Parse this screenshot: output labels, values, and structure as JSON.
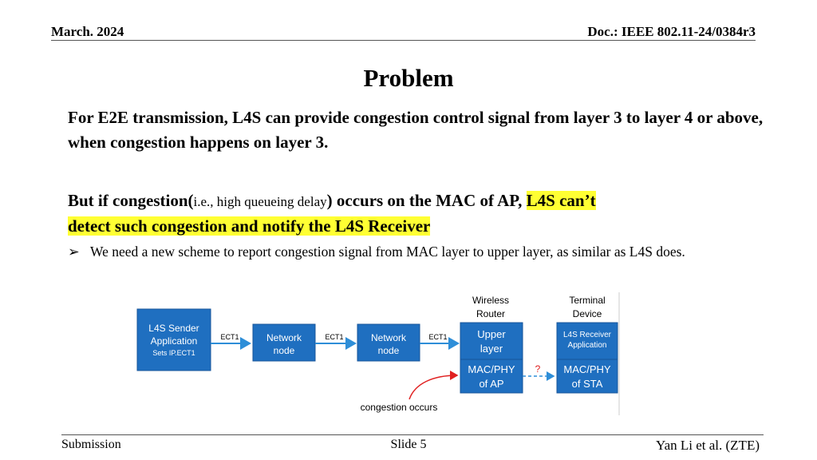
{
  "header": {
    "date": "March. 2024",
    "doc": "Doc.: IEEE 802.11-24/0384r3"
  },
  "title": "Problem",
  "para1": "For E2E transmission, L4S can provide congestion control signal from layer 3 to layer 4 or above, when congestion happens on layer 3.",
  "para2": {
    "lead": "But if congestion(",
    "small": "i.e., high queueing delay",
    "mid": ") occurs on the MAC of AP, ",
    "highlight_a": "L4S can’t",
    "highlight_b": "detect such congestion and notify the L4S Receiver"
  },
  "bullet": "We need a new scheme to report congestion signal from MAC layer to upper layer, as similar as L4S does.",
  "diagram": {
    "colors": {
      "box": "#1f6fc0",
      "arrow": "#2e8ed8",
      "red": "#e02020",
      "text": "#ffffff"
    },
    "sender": [
      "L4S Sender",
      "Application",
      "Sets IP.ECT1"
    ],
    "ect1_a": "ECT1",
    "node1": [
      "Network",
      "node"
    ],
    "ect1_b": "ECT1",
    "node2": [
      "Network",
      "node"
    ],
    "ect1_c": "ECT1",
    "router_label": [
      "Wireless",
      "Router"
    ],
    "upper": [
      "Upper",
      "layer"
    ],
    "mac_ap": [
      "MAC/PHY",
      "of AP"
    ],
    "question": "?",
    "terminal_label": [
      "Terminal",
      "Device"
    ],
    "receiver": [
      "L4S Receiver",
      "Application"
    ],
    "mac_sta": [
      "MAC/PHY",
      "of STA"
    ],
    "congestion": "congestion occurs"
  },
  "footer": {
    "left": "Submission",
    "center": "Slide 5",
    "right": "Yan Li et al. (ZTE)"
  }
}
